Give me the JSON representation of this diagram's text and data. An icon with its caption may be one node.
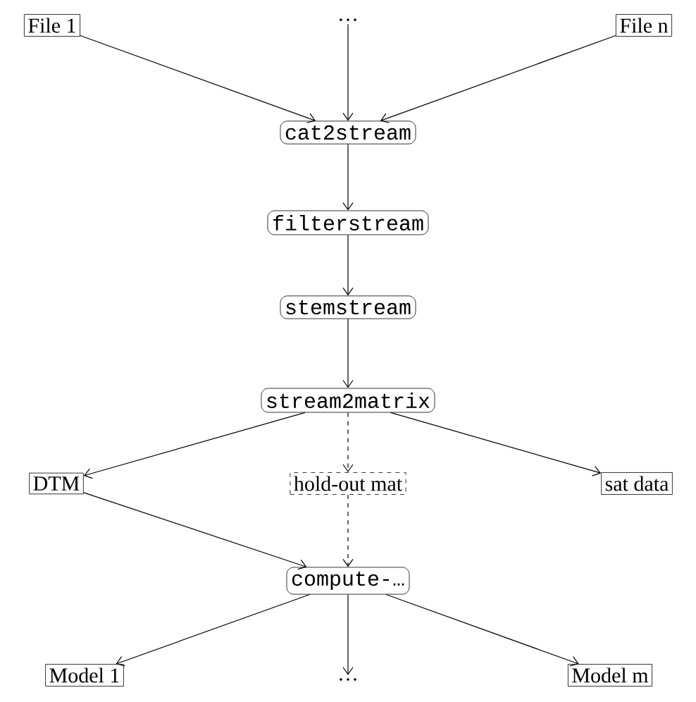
{
  "diagram": {
    "nodes": [
      {
        "text": [
          "File 1"
        ]
      },
      {
        "text": [
          "…"
        ]
      },
      {
        "text": [
          "File n"
        ]
      },
      {
        "text": [
          "cat2stream"
        ]
      },
      {
        "text": [
          "filterstream"
        ]
      },
      {
        "text": [
          "stemstream"
        ]
      },
      {
        "text": [
          "stream2matrix"
        ]
      },
      {
        "text": [
          "DTM"
        ]
      },
      {
        "text": [
          "hold-out mat"
        ]
      },
      {
        "text": [
          "sat data"
        ]
      },
      {
        "text": [
          "compute-…"
        ]
      },
      {
        "text": [
          "Model 1"
        ]
      },
      {
        "text": [
          "…"
        ]
      },
      {
        "text": [
          "Model m"
        ]
      }
    ],
    "edges": [
      {
        "from": 0,
        "to": 3,
        "arrow": "to"
      },
      {
        "from": 1,
        "to": 3,
        "arrow": "to"
      },
      {
        "from": 2,
        "to": 3,
        "arrow": "to"
      },
      {
        "from": 3,
        "to": 4,
        "arrow": "to"
      },
      {
        "from": 4,
        "to": 5,
        "arrow": "to"
      },
      {
        "from": 5,
        "to": 6,
        "arrow": "to"
      },
      {
        "from": 6,
        "to": 7,
        "arrow": "to"
      },
      {
        "from": 6,
        "to": 8,
        "arrow": "to",
        "style": "dashed"
      },
      {
        "from": 6,
        "to": 9,
        "arrow": "to"
      },
      {
        "from": 7,
        "to": 10,
        "arrow": "to"
      },
      {
        "from": 8,
        "to": 10,
        "arrow": "to",
        "style": "dashed"
      },
      {
        "from": 10,
        "to": 11,
        "arrow": "to"
      },
      {
        "from": 10,
        "to": 12,
        "arrow": "to"
      },
      {
        "from": 10,
        "to": 13,
        "arrow": "to"
      }
    ]
  }
}
